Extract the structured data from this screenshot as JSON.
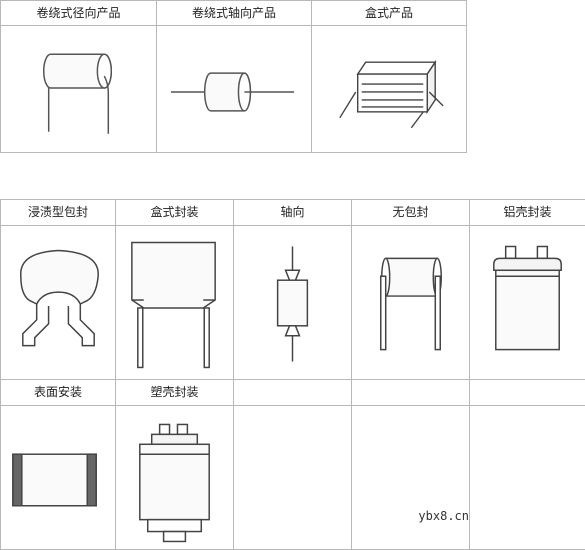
{
  "top_table": {
    "headers": [
      "卷绕式径向产品",
      "卷绕式轴向产品",
      "盒式产品"
    ],
    "images": [
      "radial-wound-capacitor",
      "axial-wound-capacitor",
      "box-capacitor"
    ]
  },
  "bottom_table": {
    "row1": {
      "headers": [
        "浸渍型包封",
        "盒式封装",
        "轴向",
        "无包封",
        "铝壳封装"
      ],
      "images": [
        "dipped-capacitor",
        "box-packaged-capacitor",
        "axial-capacitor",
        "unencapsulated-capacitor",
        "aluminum-case-capacitor"
      ]
    },
    "row2": {
      "headers": [
        "表面安装",
        "塑壳封装",
        "",
        "",
        ""
      ],
      "images": [
        "smd-capacitor",
        "plastic-case-capacitor"
      ]
    }
  },
  "watermark": "ybx8.cn"
}
